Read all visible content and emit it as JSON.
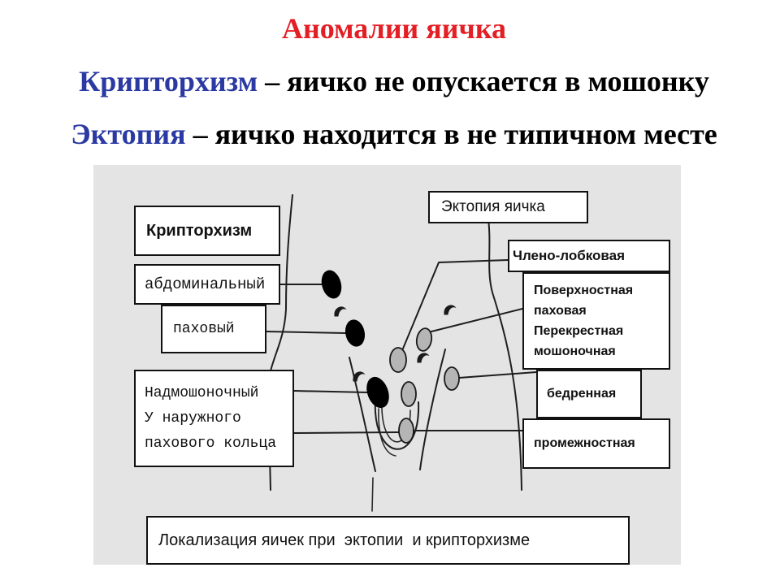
{
  "title": "Аномалии яичка",
  "definitions": [
    {
      "term": "Крипторхизм",
      "text": " – яичко не опускается в мошонку"
    },
    {
      "term": "Эктопия",
      "text": " – яичко находится в не типичном месте"
    }
  ],
  "diagram": {
    "cryptorchidism": {
      "heading": "Крипторхизм",
      "abdominal": "абдоминальный",
      "inguinal": "паховый",
      "suprascrotal": [
        "Надмошоночный",
        "У наружного",
        "пахового кольца"
      ]
    },
    "ectopia": {
      "heading": "Эктопия яичка",
      "penopubic": "Члено-лобковая",
      "superficial": [
        "Поверхностная",
        "паховая",
        "Перекрестная",
        "мошоночная"
      ],
      "femoral": "бедренная",
      "perineal": "промежностная"
    },
    "caption": "Локализация яичек при  эктопии  и крипторхизме"
  },
  "colors": {
    "title": "#e31e24",
    "term": "#2b3aa3",
    "text": "#000000",
    "figure_background": "#e4e4e4",
    "cryptorchid_testis": "#000000",
    "ectopic_testis": "#b5b5b5"
  }
}
